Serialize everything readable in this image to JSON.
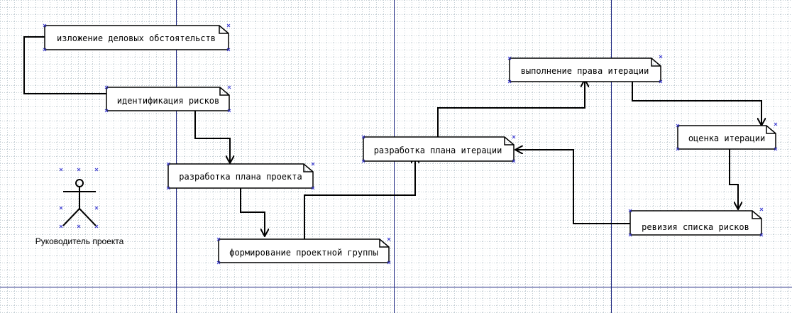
{
  "diagram": {
    "actor": {
      "label": "Руководитель проекта"
    },
    "notes": [
      {
        "id": "n1",
        "label": "изложение деловых обстоятельств"
      },
      {
        "id": "n2",
        "label": "идентификация рисков"
      },
      {
        "id": "n3",
        "label": "разработка плана проекта"
      },
      {
        "id": "n4",
        "label": "формирование проектной группы"
      },
      {
        "id": "n5",
        "label": "разработка плана итерации"
      },
      {
        "id": "n6",
        "label": "выполнение права итерации"
      },
      {
        "id": "n7",
        "label": "оценка итерации"
      },
      {
        "id": "n8",
        "label": "ревизия списка рисков"
      }
    ],
    "connections": [
      {
        "from": "изложение деловых обстоятельств",
        "to": "идентификация рисков"
      },
      {
        "from": "идентификация рисков",
        "to": "разработка плана проекта"
      },
      {
        "from": "разработка плана проекта",
        "to": "формирование проектной группы"
      },
      {
        "from": "формирование проектной группы",
        "to": "разработка плана итерации"
      },
      {
        "from": "разработка плана итерации",
        "to": "выполнение права итерации"
      },
      {
        "from": "выполнение права итерации",
        "to": "оценка итерации"
      },
      {
        "from": "оценка итерации",
        "to": "ревизия списка рисков"
      },
      {
        "from": "ревизия списка рисков",
        "to": "разработка плана итерации"
      }
    ],
    "colors": {
      "background": "#ffffff",
      "grid_dots": "#b8c4cc",
      "page_break_lines": "#1a237e",
      "shape_stroke": "#000000",
      "selection_handles": "#3a3ad0"
    }
  }
}
